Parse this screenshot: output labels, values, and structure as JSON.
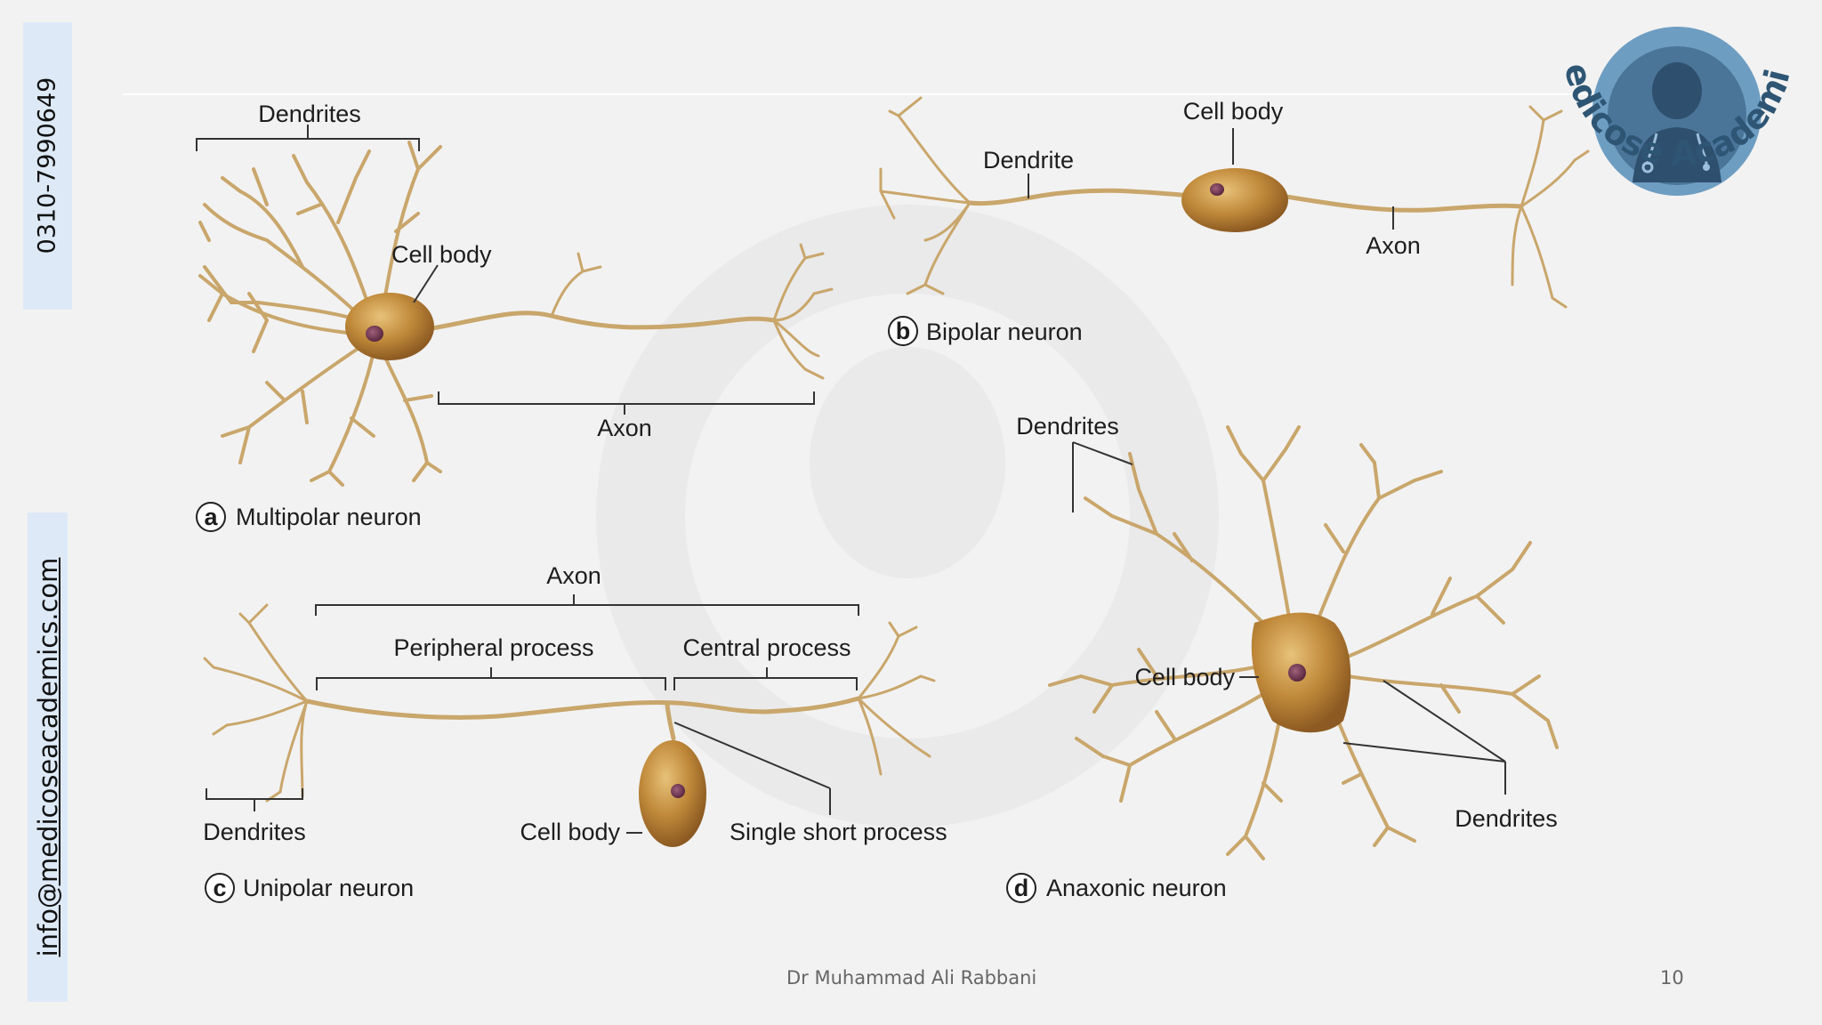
{
  "sidebar": {
    "phone": "0310-7990649",
    "email": "info@medicoseacademics.com"
  },
  "logo": {
    "text": "Medicose Academics"
  },
  "multipolar": {
    "dendrites": "Dendrites",
    "cell_body": "Cell body",
    "axon": "Axon",
    "letter": "a",
    "caption": "Multipolar neuron"
  },
  "bipolar": {
    "cell_body": "Cell body",
    "dendrite": "Dendrite",
    "axon": "Axon",
    "letter": "b",
    "caption": "Bipolar neuron"
  },
  "unipolar": {
    "axon": "Axon",
    "peripheral": "Peripheral process",
    "central": "Central process",
    "dendrites": "Dendrites",
    "cell_body": "Cell body",
    "single_short": "Single short process",
    "letter": "c",
    "caption": "Unipolar neuron"
  },
  "anaxonic": {
    "dendrites_top": "Dendrites",
    "cell_body": "Cell body",
    "dendrites_right": "Dendrites",
    "letter": "d",
    "caption": "Anaxonic neuron"
  },
  "footer": {
    "author": "Dr Muhammad Ali Rabbani",
    "page": "10"
  },
  "colors": {
    "neuron": "#c9a66b",
    "cell": "#b8863c",
    "sidebar": "#dde9f6",
    "logo": "#5f8fb3"
  }
}
